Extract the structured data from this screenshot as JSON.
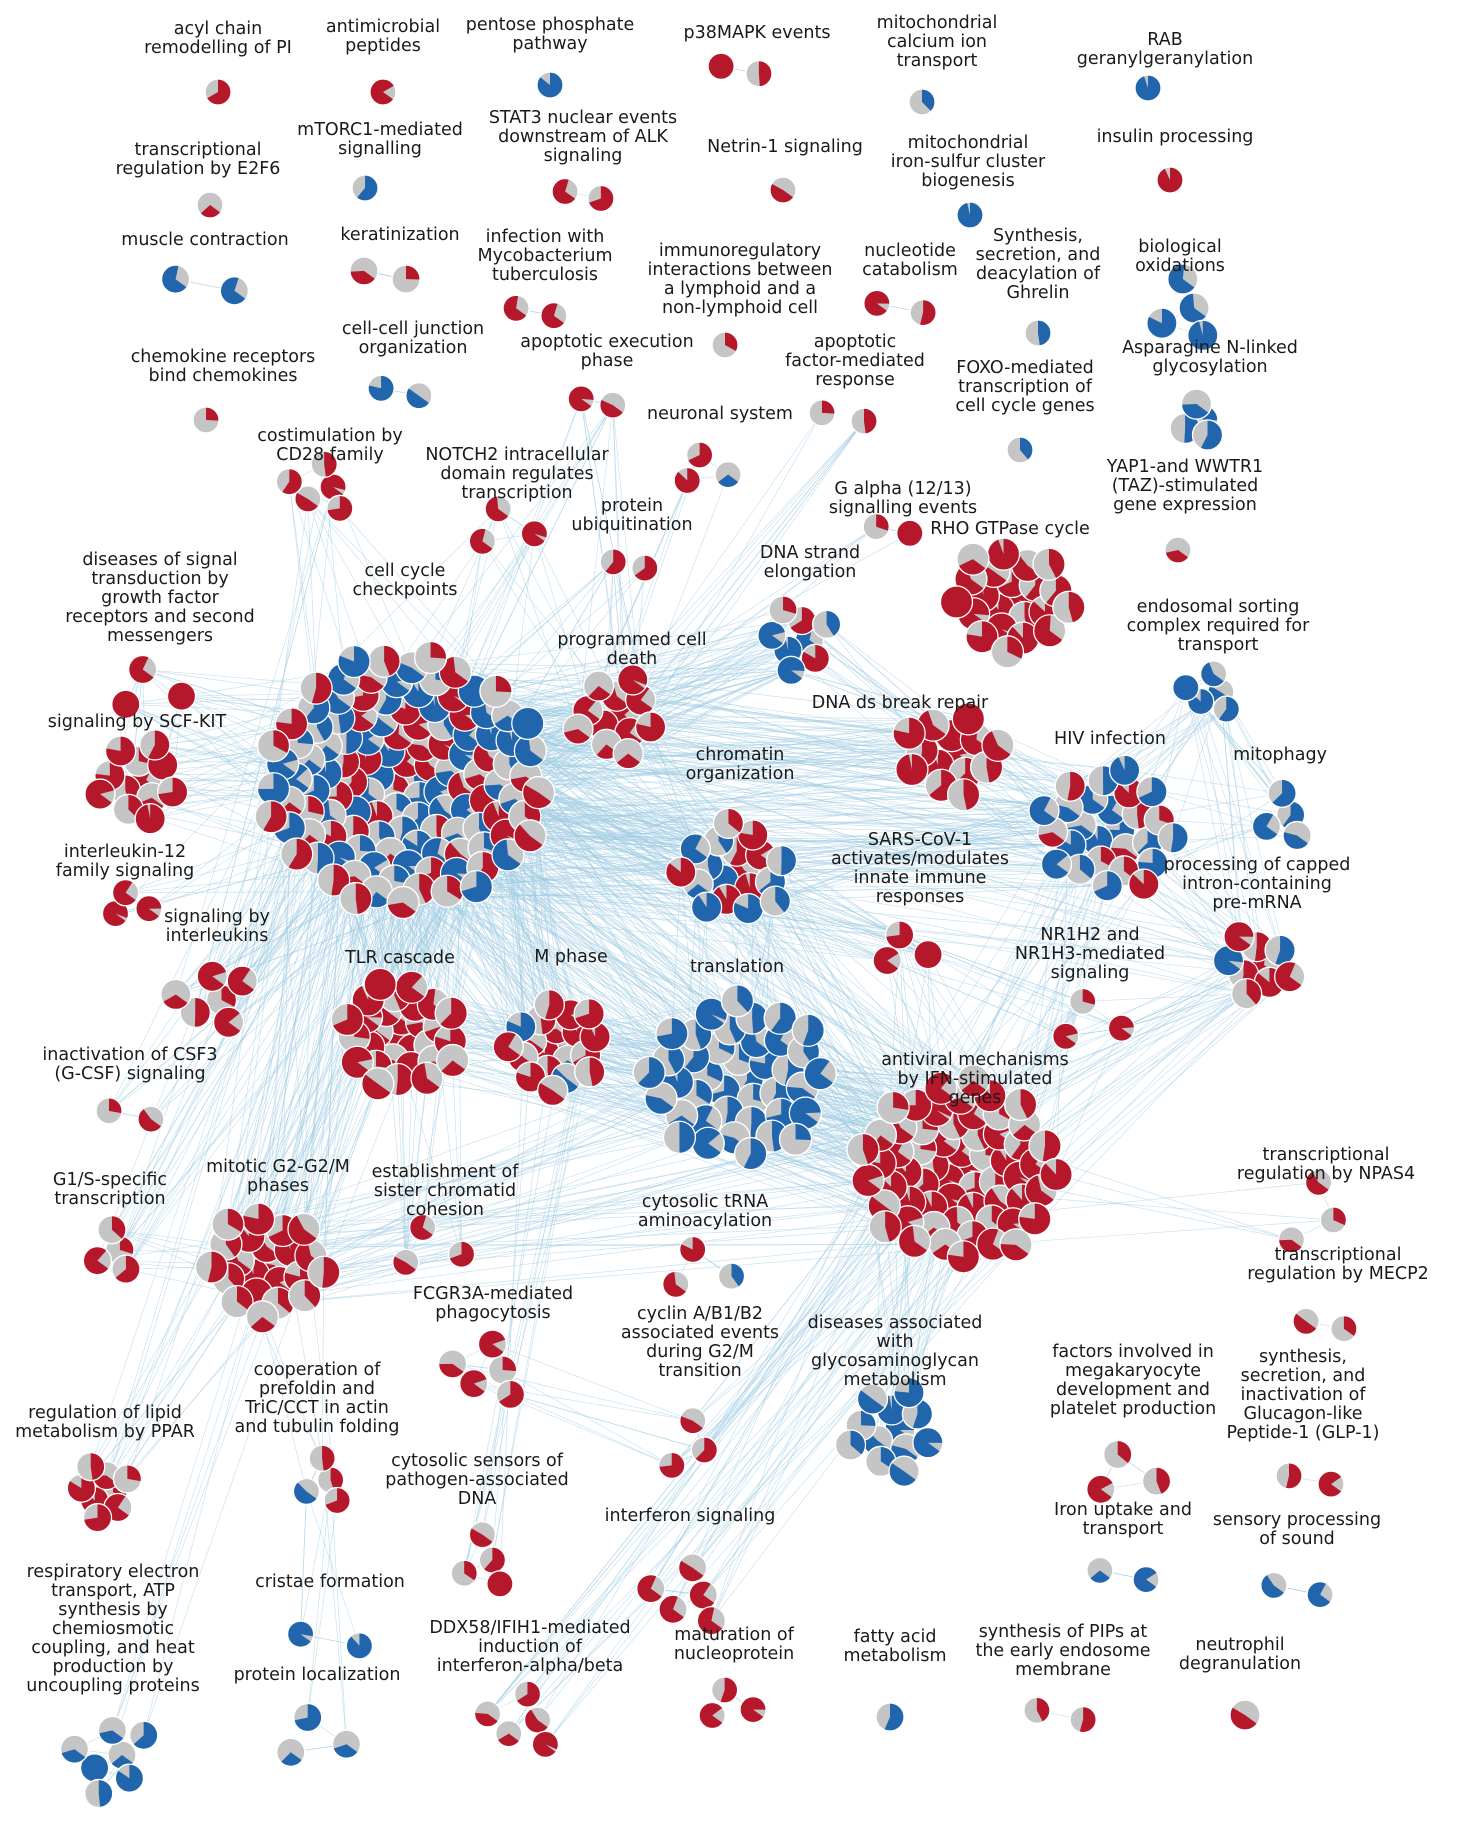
{
  "colors": {
    "red": "#b5182b",
    "blue": "#2166ac",
    "grey": "#c5c5c5",
    "edge": "#9fcbe2"
  },
  "clusters": [
    {
      "id": "c1",
      "label": "acyl chain remodelling of PI",
      "lines": [
        "acyl chain",
        "remodelling of PI"
      ],
      "n": 1
    },
    {
      "id": "c2",
      "label": "antimicrobial peptides",
      "lines": [
        "antimicrobial",
        "peptides"
      ],
      "n": 1
    },
    {
      "id": "c3",
      "label": "pentose phosphate pathway",
      "lines": [
        "pentose phosphate",
        "pathway"
      ],
      "n": 1
    },
    {
      "id": "c4",
      "label": "p38MAPK events",
      "lines": [
        "p38MAPK events"
      ],
      "n": 2
    },
    {
      "id": "c5",
      "label": "mitochondrial calcium ion transport",
      "lines": [
        "mitochondrial",
        "calcium ion",
        "transport"
      ],
      "n": 1
    },
    {
      "id": "c6",
      "label": "RAB geranylgeranylation",
      "lines": [
        "RAB",
        "geranylgeranylation"
      ],
      "n": 1
    },
    {
      "id": "c7",
      "label": "mTORC1-mediated signalling",
      "lines": [
        "mTORC1-mediated",
        "signalling"
      ],
      "n": 1
    },
    {
      "id": "c8",
      "label": "STAT3 nuclear events downstream of ALK signaling",
      "lines": [
        "STAT3 nuclear events",
        "downstream of ALK",
        "signaling"
      ],
      "n": 2
    },
    {
      "id": "c9",
      "label": "Netrin-1 signaling",
      "lines": [
        "Netrin-1 signaling"
      ],
      "n": 1
    },
    {
      "id": "c10",
      "label": "mitochondrial iron-sulfur cluster biogenesis",
      "lines": [
        "mitochondrial",
        "iron-sulfur cluster",
        "biogenesis"
      ],
      "n": 1
    },
    {
      "id": "c11",
      "label": "insulin processing",
      "lines": [
        "insulin processing"
      ],
      "n": 1
    },
    {
      "id": "c12",
      "label": "transcriptional regulation by E2F6",
      "lines": [
        "transcriptional",
        "regulation by E2F6"
      ],
      "n": 1
    },
    {
      "id": "c13",
      "label": "muscle contraction",
      "lines": [
        "muscle contraction"
      ],
      "n": 2
    },
    {
      "id": "c14",
      "label": "keratinization",
      "lines": [
        "keratinization"
      ],
      "n": 2
    },
    {
      "id": "c15",
      "label": "infection with Mycobacterium tuberculosis",
      "lines": [
        "infection with",
        "Mycobacterium",
        "tuberculosis"
      ],
      "n": 2
    },
    {
      "id": "c16",
      "label": "immunoregulatory interactions between a lymphoid and a non-lymphoid cell",
      "lines": [
        "immunoregulatory",
        "interactions between",
        "a lymphoid and a",
        "non-lymphoid cell"
      ],
      "n": 1
    },
    {
      "id": "c17",
      "label": "nucleotide catabolism",
      "lines": [
        "nucleotide",
        "catabolism"
      ],
      "n": 2
    },
    {
      "id": "c18",
      "label": "Synthesis, secretion, and deacylation of Ghrelin",
      "lines": [
        "Synthesis,",
        "secretion, and",
        "deacylation of",
        "Ghrelin"
      ],
      "n": 1
    },
    {
      "id": "c19",
      "label": "biological oxidations",
      "lines": [
        "biological",
        "oxidations"
      ],
      "n": 4
    },
    {
      "id": "c20",
      "label": "chemokine receptors bind chemokines",
      "lines": [
        "chemokine receptors",
        "bind chemokines"
      ],
      "n": 1
    },
    {
      "id": "c21",
      "label": "cell-cell junction organization",
      "lines": [
        "cell-cell junction",
        "organization"
      ],
      "n": 2
    },
    {
      "id": "c22",
      "label": "apoptotic execution phase",
      "lines": [
        "apoptotic execution",
        "phase"
      ],
      "n": 2
    },
    {
      "id": "c23",
      "label": "apoptotic factor-mediated response",
      "lines": [
        "apoptotic",
        "factor-mediated",
        "response"
      ],
      "n": 2
    },
    {
      "id": "c24",
      "label": "FOXO-mediated transcription of cell cycle genes",
      "lines": [
        "FOXO-mediated",
        "transcription of",
        "cell cycle genes"
      ],
      "n": 1
    },
    {
      "id": "c25",
      "label": "Asparagine N-linked glycosylation",
      "lines": [
        "Asparagine N-linked",
        "glycosylation"
      ],
      "n": 4
    },
    {
      "id": "c26",
      "label": "neuronal system",
      "lines": [
        "neuronal system"
      ],
      "n": 3
    },
    {
      "id": "c27",
      "label": "costimulation by CD28 family",
      "lines": [
        "costimulation by",
        "CD28 family"
      ],
      "n": 5
    },
    {
      "id": "c28",
      "label": "NOTCH2 intracellular domain regulates transcription",
      "lines": [
        "NOTCH2 intracellular",
        "domain regulates",
        "transcription"
      ],
      "n": 3
    },
    {
      "id": "c29",
      "label": "protein ubiquitination",
      "lines": [
        "protein",
        "ubiquitination"
      ],
      "n": 2
    },
    {
      "id": "c30",
      "label": "G alpha (12/13) signalling events",
      "lines": [
        "G alpha (12/13)",
        "signalling events"
      ],
      "n": 2
    },
    {
      "id": "c31",
      "label": "YAP1-and WWTR1 (TAZ)-stimulated gene expression",
      "lines": [
        "YAP1-and WWTR1",
        "(TAZ)-stimulated",
        "gene expression"
      ],
      "n": 1
    },
    {
      "id": "c32",
      "label": "RHO GTPase cycle",
      "lines": [
        "RHO GTPase cycle"
      ],
      "n": 22
    },
    {
      "id": "c33",
      "label": "diseases of signal transduction by growth factor receptors and second messengers",
      "lines": [
        "diseases of signal",
        "transduction by",
        "growth factor",
        "receptors and second",
        "messengers"
      ],
      "n": 3
    },
    {
      "id": "c34",
      "label": "cell cycle checkpoints",
      "lines": [
        "cell cycle",
        "checkpoints"
      ],
      "n": 120
    },
    {
      "id": "c35",
      "label": "DNA strand elongation",
      "lines": [
        "DNA strand",
        "elongation"
      ],
      "n": 8
    },
    {
      "id": "c36",
      "label": "programmed cell death",
      "lines": [
        "programmed cell",
        "death"
      ],
      "n": 12
    },
    {
      "id": "c37",
      "label": "endosomal sorting complex required for transport",
      "lines": [
        "endosomal sorting",
        "complex required for",
        "transport"
      ],
      "n": 5
    },
    {
      "id": "c38",
      "label": "signaling by SCF-KIT",
      "lines": [
        "signaling by SCF-KIT"
      ],
      "n": 12
    },
    {
      "id": "c39",
      "label": "DNA ds break repair",
      "lines": [
        "DNA ds break repair"
      ],
      "n": 14
    },
    {
      "id": "c40",
      "label": "HIV infection",
      "lines": [
        "HIV infection"
      ],
      "n": 26
    },
    {
      "id": "c41",
      "label": "mitophagy",
      "lines": [
        "mitophagy"
      ],
      "n": 4
    },
    {
      "id": "c42",
      "label": "chromatin organization",
      "lines": [
        "chromatin",
        "organization"
      ],
      "n": 18
    },
    {
      "id": "c43",
      "label": "interleukin-12 family signaling",
      "lines": [
        "interleukin-12",
        "family signaling"
      ],
      "n": 3
    },
    {
      "id": "c44",
      "label": "SARS-CoV-1 activates/modulates innate immune responses",
      "lines": [
        "SARS-CoV-1",
        "activates/modulates",
        "innate immune",
        "responses"
      ],
      "n": 3
    },
    {
      "id": "c45",
      "label": "processing of capped intron-containing pre-mRNA",
      "lines": [
        "processing of capped",
        "intron-containing",
        "pre-mRNA"
      ],
      "n": 9
    },
    {
      "id": "c46",
      "label": "signaling by interleukins",
      "lines": [
        "signaling by",
        "interleukins"
      ],
      "n": 6
    },
    {
      "id": "c47",
      "label": "TLR cascade",
      "lines": [
        "TLR cascade"
      ],
      "n": 30
    },
    {
      "id": "c48",
      "label": "M phase",
      "lines": [
        "M phase"
      ],
      "n": 20
    },
    {
      "id": "c49",
      "label": "translation",
      "lines": [
        "translation"
      ],
      "n": 40
    },
    {
      "id": "c50",
      "label": "NR1H2 and NR1H3-mediated signaling",
      "lines": [
        "NR1H2 and",
        "NR1H3-mediated",
        "signaling"
      ],
      "n": 3
    },
    {
      "id": "c51",
      "label": "inactivation of CSF3 (G-CSF) signaling",
      "lines": [
        "inactivation of CSF3",
        "(G-CSF) signaling"
      ],
      "n": 2
    },
    {
      "id": "c52",
      "label": "antiviral mechanisms by IFN-stimulated genes",
      "lines": [
        "antiviral mechanisms",
        "by IFN-stimulated",
        "genes"
      ],
      "n": 60
    },
    {
      "id": "c53",
      "label": "G1/S-specific transcription",
      "lines": [
        "G1/S-specific",
        "transcription"
      ],
      "n": 4
    },
    {
      "id": "c54",
      "label": "mitotic G2-G2/M phases",
      "lines": [
        "mitotic G2-G2/M",
        "phases"
      ],
      "n": 22
    },
    {
      "id": "c55",
      "label": "establishment of sister chromatid cohesion",
      "lines": [
        "establishment of",
        "sister chromatid",
        "cohesion"
      ],
      "n": 3
    },
    {
      "id": "c56",
      "label": "cytosolic tRNA aminoacylation",
      "lines": [
        "cytosolic tRNA",
        "aminoacylation"
      ],
      "n": 3
    },
    {
      "id": "c57",
      "label": "transcriptional regulation by NPAS4",
      "lines": [
        "transcriptional",
        "regulation by NPAS4"
      ],
      "n": 3
    },
    {
      "id": "c58",
      "label": "transcriptional regulation by MECP2",
      "lines": [
        "transcriptional",
        "regulation by MECP2"
      ],
      "n": 2
    },
    {
      "id": "c59",
      "label": "FCGR3A-mediated phagocytosis",
      "lines": [
        "FCGR3A-mediated",
        "phagocytosis"
      ],
      "n": 5
    },
    {
      "id": "c60",
      "label": "cyclin A/B1/B2 associated events during G2/M transition",
      "lines": [
        "cyclin A/B1/B2",
        "associated events",
        "during G2/M",
        "transition"
      ],
      "n": 3
    },
    {
      "id": "c61",
      "label": "diseases associated with glycosaminoglycan metabolism",
      "lines": [
        "diseases associated",
        "with",
        "glycosaminoglycan",
        "metabolism"
      ],
      "n": 12
    },
    {
      "id": "c62",
      "label": "factors involved in megakaryocyte development and platelet production",
      "lines": [
        "factors involved in",
        "megakaryocyte",
        "development and",
        "platelet production"
      ],
      "n": 3
    },
    {
      "id": "c63",
      "label": "synthesis, secretion, and inactivation of Glucagon-like Peptide-1 (GLP-1)",
      "lines": [
        "synthesis,",
        "secretion, and",
        "inactivation of",
        "Glucagon-like",
        "Peptide-1 (GLP-1)"
      ],
      "n": 2
    },
    {
      "id": "c64",
      "label": "regulation of lipid metabolism by PPAR",
      "lines": [
        "regulation of lipid",
        "metabolism by PPAR"
      ],
      "n": 8
    },
    {
      "id": "c65",
      "label": "cooperation of prefoldin and TriC/CCT in actin and tubulin folding",
      "lines": [
        "cooperation of",
        "prefoldin and",
        "TriC/CCT in actin",
        "and tubulin folding"
      ],
      "n": 4
    },
    {
      "id": "c66",
      "label": "cytosolic sensors of pathogen-associated DNA",
      "lines": [
        "cytosolic sensors of",
        "pathogen-associated",
        "DNA"
      ],
      "n": 4
    },
    {
      "id": "c67",
      "label": "interferon signaling",
      "lines": [
        "interferon signaling"
      ],
      "n": 5
    },
    {
      "id": "c68",
      "label": "Iron uptake and transport",
      "lines": [
        "Iron uptake and",
        "transport"
      ],
      "n": 2
    },
    {
      "id": "c69",
      "label": "sensory processing of sound",
      "lines": [
        "sensory processing",
        "of sound"
      ],
      "n": 2
    },
    {
      "id": "c70",
      "label": "respiratory electron transport, ATP synthesis by chemiosmotic coupling, and heat production by uncoupling proteins",
      "lines": [
        "respiratory electron",
        "transport, ATP",
        "synthesis by",
        "chemiosmotic",
        "coupling, and heat",
        "production by",
        "uncoupling proteins"
      ],
      "n": 7
    },
    {
      "id": "c71",
      "label": "cristae formation",
      "lines": [
        "cristae formation"
      ],
      "n": 2
    },
    {
      "id": "c72",
      "label": "protein localization",
      "lines": [
        "protein localization"
      ],
      "n": 3
    },
    {
      "id": "c73",
      "label": "DDX58/IFIH1-mediated induction of interferon-alpha/beta",
      "lines": [
        "DDX58/IFIH1-mediated",
        "induction of",
        "interferon-alpha/beta"
      ],
      "n": 5
    },
    {
      "id": "c74",
      "label": "maturation of nucleoprotein",
      "lines": [
        "maturation of",
        "nucleoprotein"
      ],
      "n": 3
    },
    {
      "id": "c75",
      "label": "fatty acid metabolism",
      "lines": [
        "fatty acid",
        "metabolism"
      ],
      "n": 1
    },
    {
      "id": "c76",
      "label": "synthesis of PIPs at the early endosome membrane",
      "lines": [
        "synthesis of PIPs at",
        "the early endosome",
        "membrane"
      ],
      "n": 2
    },
    {
      "id": "c77",
      "label": "neutrophil degranulation",
      "lines": [
        "neutrophil",
        "degranulation"
      ],
      "n": 1
    }
  ]
}
